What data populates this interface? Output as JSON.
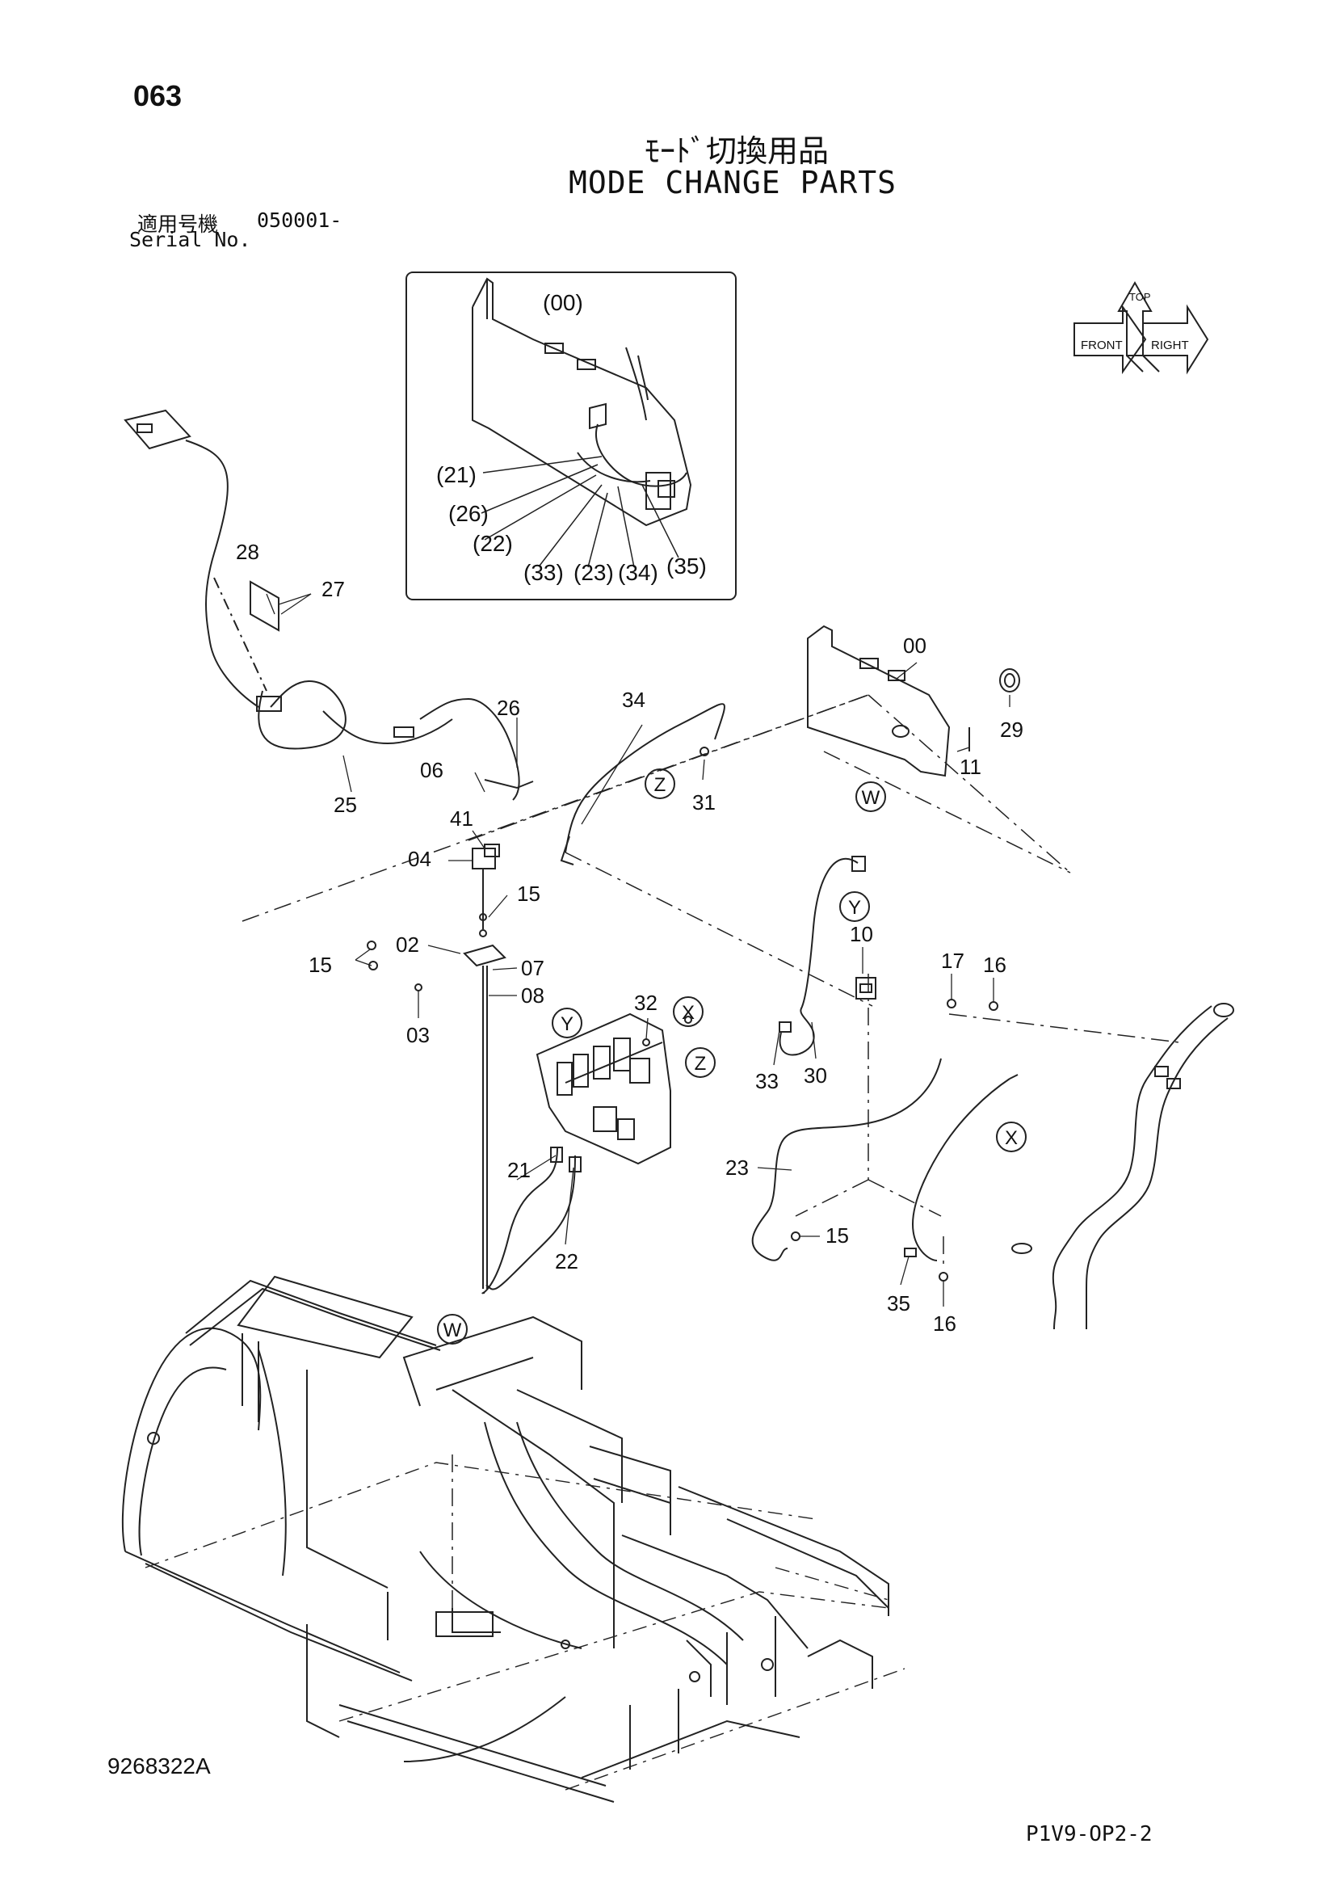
{
  "page": {
    "number": "063",
    "title_jp": "ﾓｰﾄﾞ切換用品",
    "title_en": "MODE CHANGE PARTS",
    "serial_label_jp": "適用号機",
    "serial_value": "050001-",
    "serial_label_en": "Serial No.",
    "document_number": "9268322A",
    "page_code": "P1V9-OP2-2"
  },
  "orientation_icon": {
    "labels": [
      "FRONT",
      "TOP",
      "RIGHT"
    ]
  },
  "inset": {
    "labels": [
      "(00)",
      "(21)",
      "(26)",
      "(22)",
      "(33)",
      "(23)",
      "(34)",
      "(35)"
    ]
  },
  "callouts": {
    "c28": "28",
    "c27": "27",
    "c26": "26",
    "c25": "25",
    "c34": "34",
    "c31": "31",
    "c00": "00",
    "c29": "29",
    "c11": "11",
    "c06": "06",
    "c41": "41",
    "c04": "04",
    "c15a": "15",
    "c15b": "15",
    "c02": "02",
    "c07": "07",
    "c03": "03",
    "c08": "08",
    "c32": "32",
    "c10": "10",
    "c17": "17",
    "c16a": "16",
    "c33": "33",
    "c30": "30",
    "c23": "23",
    "c21": "21",
    "c22": "22",
    "c15c": "15",
    "c35": "35",
    "c16b": "16"
  },
  "connection_markers": {
    "z1": "Z",
    "w1": "W",
    "y1": "Y",
    "x1": "X",
    "y2": "Y",
    "z2": "Z",
    "x2": "X",
    "w2": "W"
  }
}
